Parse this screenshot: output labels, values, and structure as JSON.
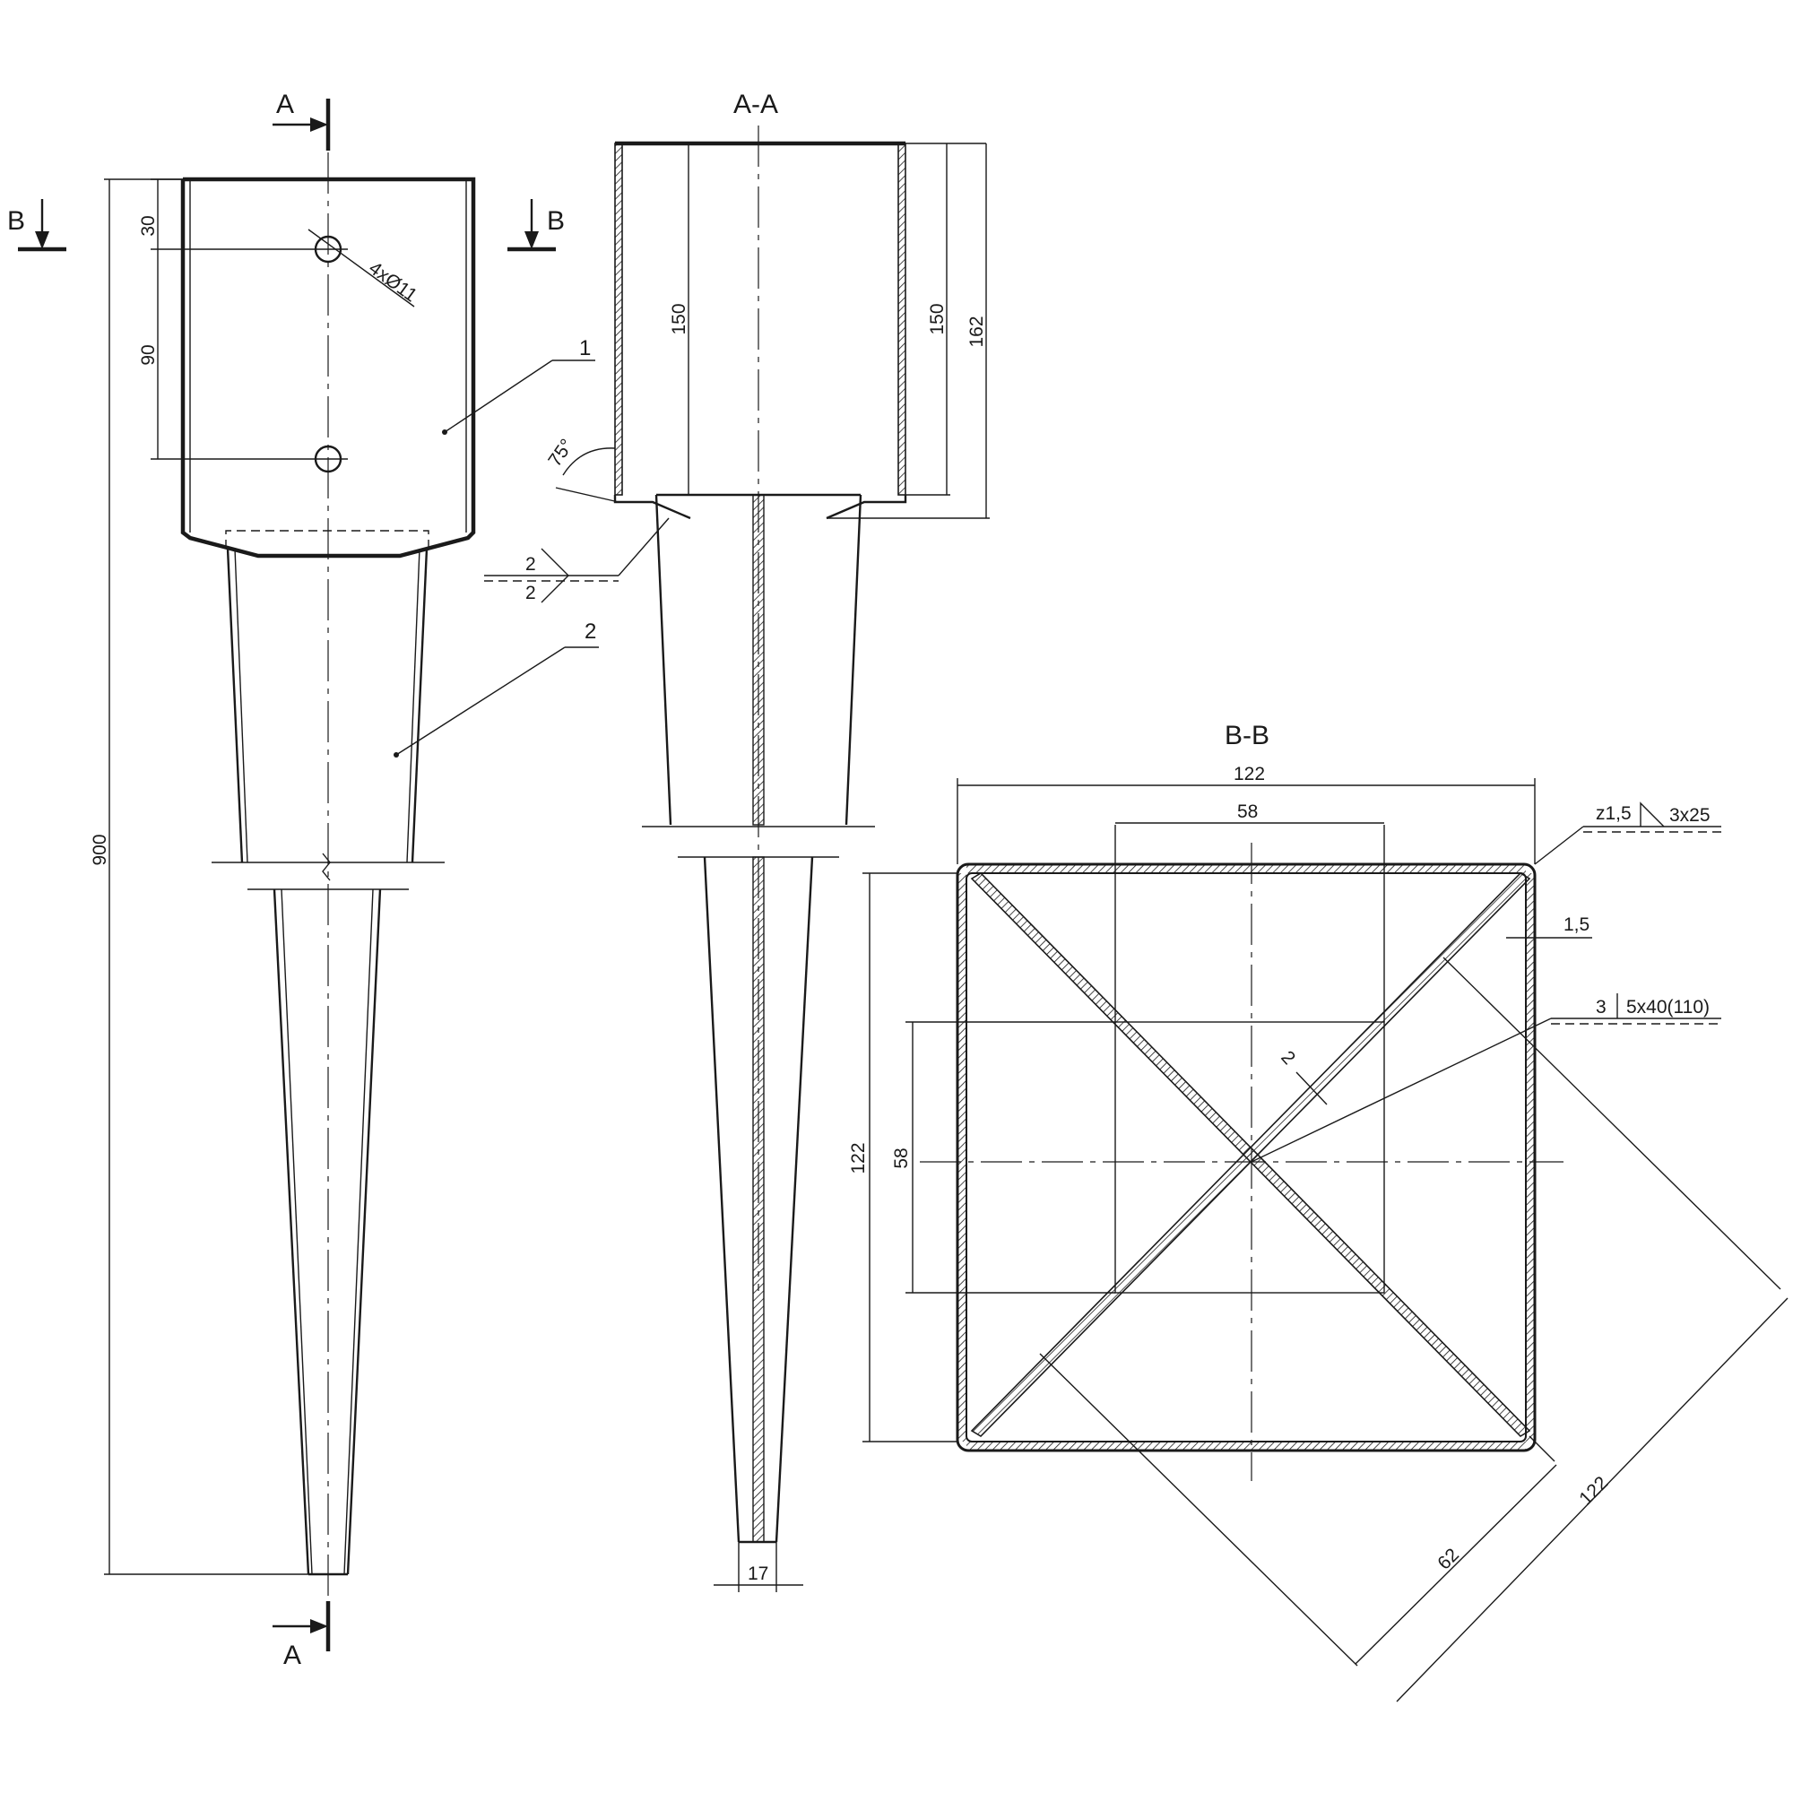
{
  "section_labels": {
    "cut_a_top": "A",
    "cut_a_bottom": "A",
    "cut_b_left": "B",
    "cut_b_right": "B",
    "section_aa": "A-A",
    "section_bb": "B-B"
  },
  "part_labels": {
    "part_1": "1",
    "part_2": "2"
  },
  "front_view": {
    "dim_overall_height": "900",
    "dim_top_to_hole": "30",
    "dim_hole_spacing": "90",
    "hole_callout": "4xØ11"
  },
  "section_aa": {
    "dim_inner_height": "150",
    "dim_inner_height_right": "150",
    "dim_total_height": "162",
    "angle": "75°",
    "weld_top": "2",
    "weld_bottom": "2",
    "dim_spike_tip": "17"
  },
  "section_bb": {
    "dim_outer_width": "122",
    "dim_inner_width": "58",
    "dim_outer_height": "122",
    "dim_inner_height": "58",
    "dim_wall": "1,5",
    "dim_plate": "2",
    "weld_corner_a": "z1,5",
    "weld_corner_b": "3x25",
    "weld_center_a": "3",
    "weld_center_b": "5x40(110)",
    "dim_diag_half": "62",
    "dim_diag_full": "122"
  }
}
